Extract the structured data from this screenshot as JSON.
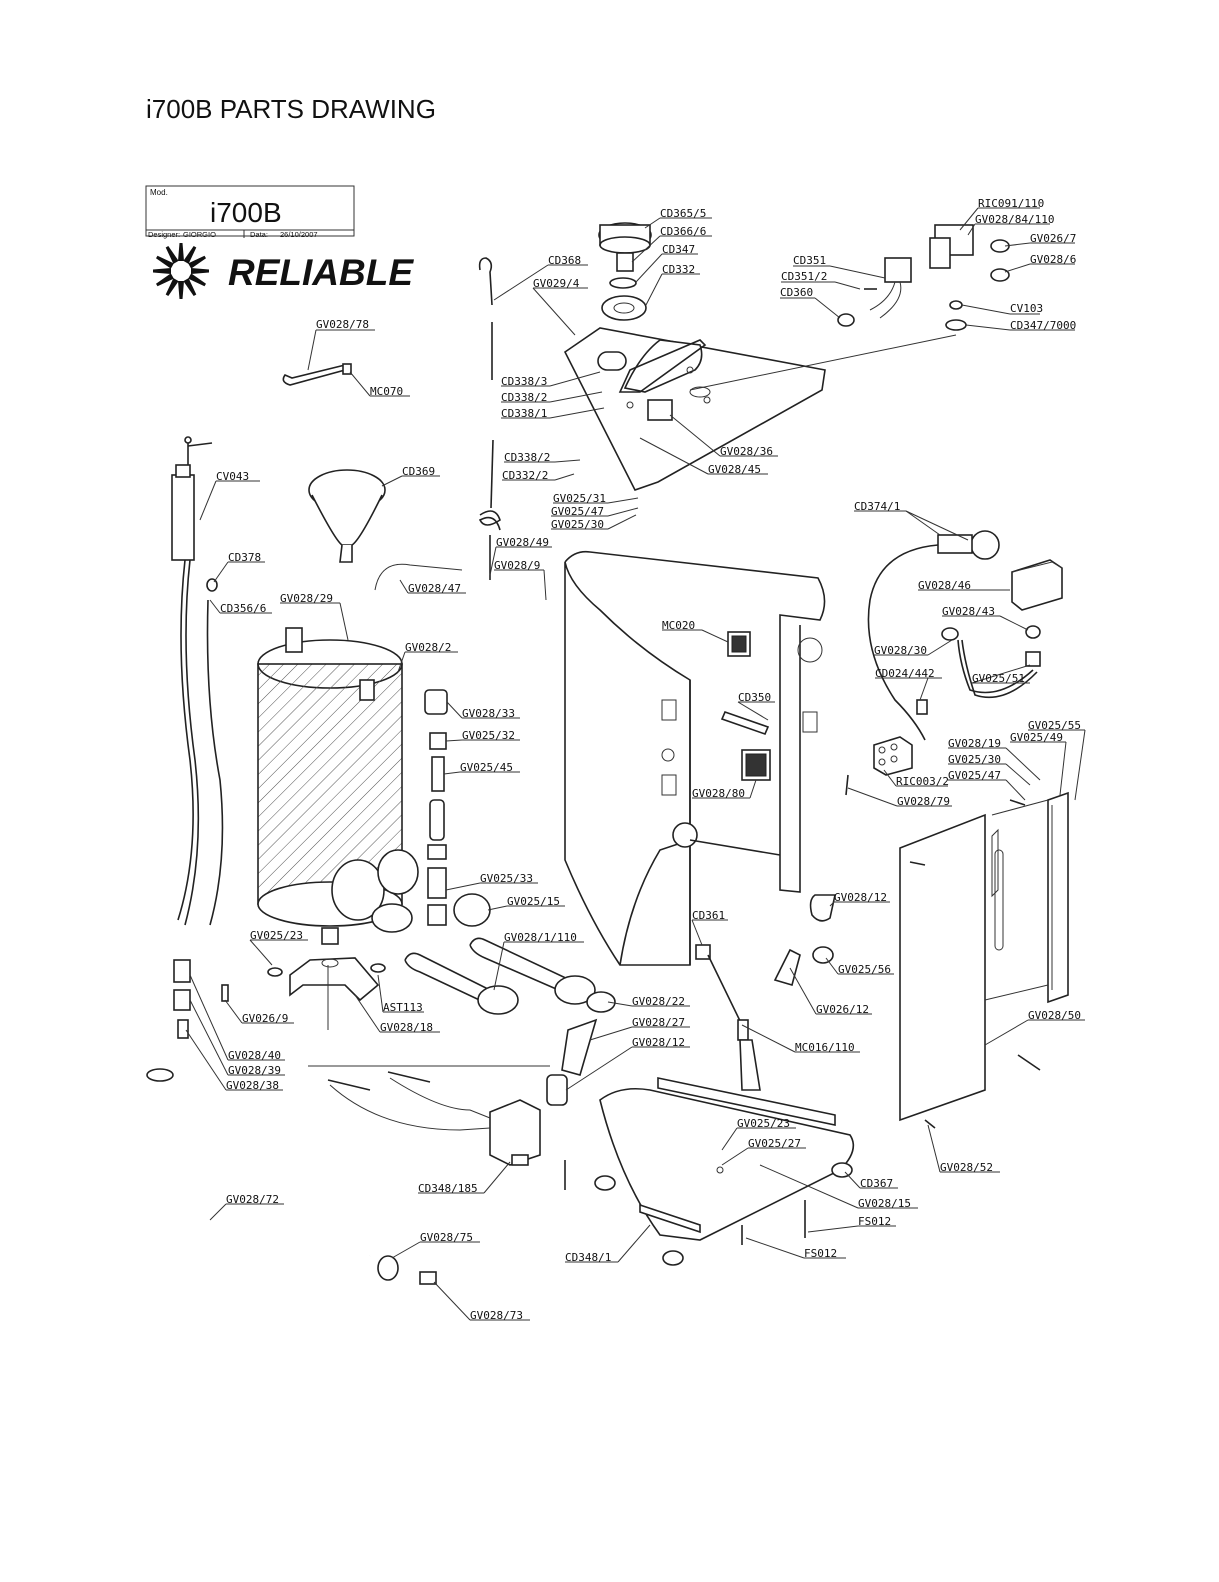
{
  "title": "i700B PARTS DRAWING",
  "title_block": {
    "mod_label": "Mod.",
    "model": "i700B",
    "designer_label": "Designer:",
    "designer": "GIORGIO",
    "date_label": "Data:",
    "date": "26/10/2007",
    "brand": "RELIABLE"
  },
  "labels": [
    {
      "id": "ric091-110",
      "text": "RIC091/110"
    },
    {
      "id": "gv028-84-110",
      "text": "GV028/84/110"
    },
    {
      "id": "gv026-7",
      "text": "GV026/7"
    },
    {
      "id": "gv028-6",
      "text": "GV028/6"
    },
    {
      "id": "cd351",
      "text": "CD351"
    },
    {
      "id": "cd351-2",
      "text": "CD351/2"
    },
    {
      "id": "cd360",
      "text": "CD360"
    },
    {
      "id": "cv103",
      "text": "CV103"
    },
    {
      "id": "cd347-7000",
      "text": "CD347/7000"
    },
    {
      "id": "cd365-5",
      "text": "CD365/5"
    },
    {
      "id": "cd366-6",
      "text": "CD366/6"
    },
    {
      "id": "cd347",
      "text": "CD347"
    },
    {
      "id": "cd332",
      "text": "CD332"
    },
    {
      "id": "cd368",
      "text": "CD368"
    },
    {
      "id": "gv029-4",
      "text": "GV029/4"
    },
    {
      "id": "gv028-78",
      "text": "GV028/78"
    },
    {
      "id": "mc070",
      "text": "MC070"
    },
    {
      "id": "cd338-3",
      "text": "CD338/3"
    },
    {
      "id": "cd338-2a",
      "text": "CD338/2"
    },
    {
      "id": "cd338-1",
      "text": "CD338/1"
    },
    {
      "id": "cd338-2b",
      "text": "CD338/2"
    },
    {
      "id": "cd332-2",
      "text": "CD332/2"
    },
    {
      "id": "gv028-36",
      "text": "GV028/36"
    },
    {
      "id": "gv028-45",
      "text": "GV028/45"
    },
    {
      "id": "gv025-31",
      "text": "GV025/31"
    },
    {
      "id": "gv025-47a",
      "text": "GV025/47"
    },
    {
      "id": "gv025-30a",
      "text": "GV025/30"
    },
    {
      "id": "cv043",
      "text": "CV043"
    },
    {
      "id": "cd369",
      "text": "CD369"
    },
    {
      "id": "gv028-49",
      "text": "GV028/49"
    },
    {
      "id": "gv028-9",
      "text": "GV028/9"
    },
    {
      "id": "cd374-1",
      "text": "CD374/1"
    },
    {
      "id": "cd378",
      "text": "CD378"
    },
    {
      "id": "gv028-47",
      "text": "GV028/47"
    },
    {
      "id": "gv028-46",
      "text": "GV028/46"
    },
    {
      "id": "cd356-6",
      "text": "CD356/6"
    },
    {
      "id": "gv028-29",
      "text": "GV028/29"
    },
    {
      "id": "gv028-43",
      "text": "GV028/43"
    },
    {
      "id": "mc020",
      "text": "MC020"
    },
    {
      "id": "gv028-2",
      "text": "GV028/2"
    },
    {
      "id": "gv028-30",
      "text": "GV028/30"
    },
    {
      "id": "cd024-442",
      "text": "CD024/442"
    },
    {
      "id": "gv025-51",
      "text": "GV025/51"
    },
    {
      "id": "cd350",
      "text": "CD350"
    },
    {
      "id": "gv028-33",
      "text": "GV028/33"
    },
    {
      "id": "gv025-32",
      "text": "GV025/32"
    },
    {
      "id": "gv025-55",
      "text": "GV025/55"
    },
    {
      "id": "gv028-19",
      "text": "GV028/19"
    },
    {
      "id": "gv025-49",
      "text": "GV025/49"
    },
    {
      "id": "gv025-45",
      "text": "GV025/45"
    },
    {
      "id": "gv025-30b",
      "text": "GV025/30"
    },
    {
      "id": "gv025-47b",
      "text": "GV025/47"
    },
    {
      "id": "ric003-2",
      "text": "RIC003/2"
    },
    {
      "id": "gv028-80",
      "text": "GV028/80"
    },
    {
      "id": "gv028-79",
      "text": "GV028/79"
    },
    {
      "id": "gv025-33",
      "text": "GV025/33"
    },
    {
      "id": "gv025-15",
      "text": "GV025/15"
    },
    {
      "id": "gv028-12a",
      "text": "GV028/12"
    },
    {
      "id": "cd361",
      "text": "CD361"
    },
    {
      "id": "gv025-23a",
      "text": "GV025/23"
    },
    {
      "id": "gv028-1-110",
      "text": "GV028/1/110"
    },
    {
      "id": "gv025-56",
      "text": "GV025/56"
    },
    {
      "id": "gv026-12",
      "text": "GV026/12"
    },
    {
      "id": "ast113",
      "text": "AST113"
    },
    {
      "id": "gv026-9",
      "text": "GV026/9"
    },
    {
      "id": "gv028-18",
      "text": "GV028/18"
    },
    {
      "id": "gv028-22",
      "text": "GV028/22"
    },
    {
      "id": "gv028-50",
      "text": "GV028/50"
    },
    {
      "id": "gv028-27",
      "text": "GV028/27"
    },
    {
      "id": "gv028-12b",
      "text": "GV028/12"
    },
    {
      "id": "mc016-110",
      "text": "MC016/110"
    },
    {
      "id": "gv028-40",
      "text": "GV028/40"
    },
    {
      "id": "gv028-39",
      "text": "GV028/39"
    },
    {
      "id": "gv028-38",
      "text": "GV028/38"
    },
    {
      "id": "gv025-23b",
      "text": "GV025/23"
    },
    {
      "id": "gv025-27",
      "text": "GV025/27"
    },
    {
      "id": "gv028-52",
      "text": "GV028/52"
    },
    {
      "id": "cd367",
      "text": "CD367"
    },
    {
      "id": "gv028-15",
      "text": "GV028/15"
    },
    {
      "id": "cd348-185",
      "text": "CD348/185"
    },
    {
      "id": "fs012a",
      "text": "FS012"
    },
    {
      "id": "gv028-72",
      "text": "GV028/72"
    },
    {
      "id": "gv028-75",
      "text": "GV028/75"
    },
    {
      "id": "fs012b",
      "text": "FS012"
    },
    {
      "id": "cd348-1",
      "text": "CD348/1"
    },
    {
      "id": "gv028-73",
      "text": "GV028/73"
    }
  ]
}
